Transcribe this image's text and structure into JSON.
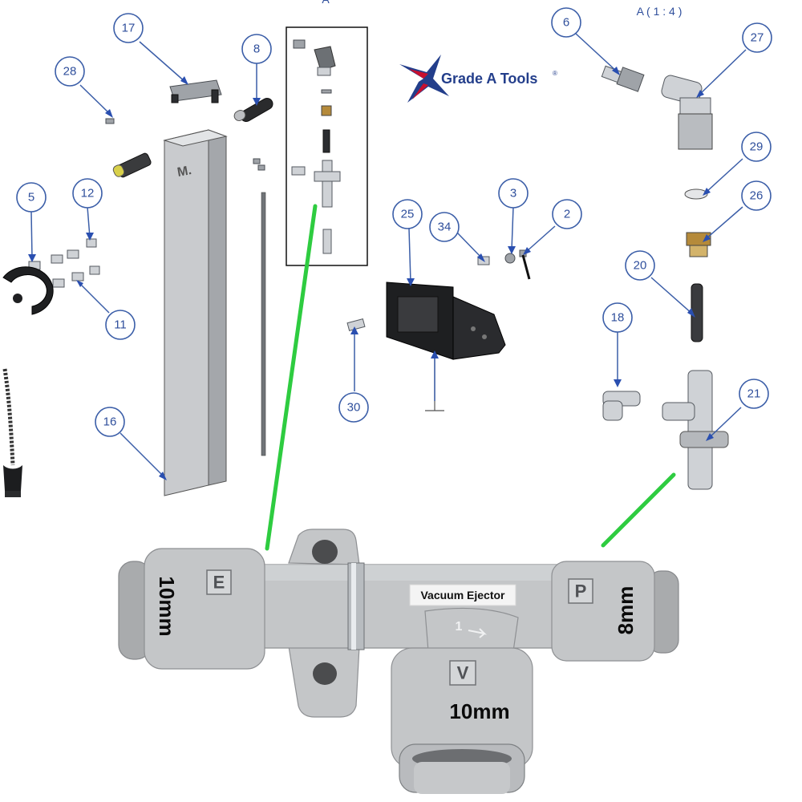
{
  "header": {
    "section_label": "A",
    "detail_label": "A ( 1 : 4 )"
  },
  "logo": {
    "brand_name": "Grade A Tools",
    "trademark": "®"
  },
  "callouts": [
    "17",
    "8",
    "28",
    "5",
    "12",
    "11",
    "16",
    "25",
    "34",
    "3",
    "2",
    "30",
    "6",
    "27",
    "29",
    "26",
    "20",
    "18",
    "21"
  ],
  "photo": {
    "ports": {
      "e": "E",
      "p": "P",
      "v": "V"
    },
    "sizes": {
      "left": "10mm",
      "right": "8mm",
      "bottom": "10mm"
    },
    "body_label": "Vacuum Ejector",
    "flow_mark": "1"
  },
  "colors": {
    "callout_blue": "#3b5ea8",
    "connector_green": "#2ecc40",
    "logo_blue": "#233e8b",
    "logo_red": "#c8102e"
  }
}
